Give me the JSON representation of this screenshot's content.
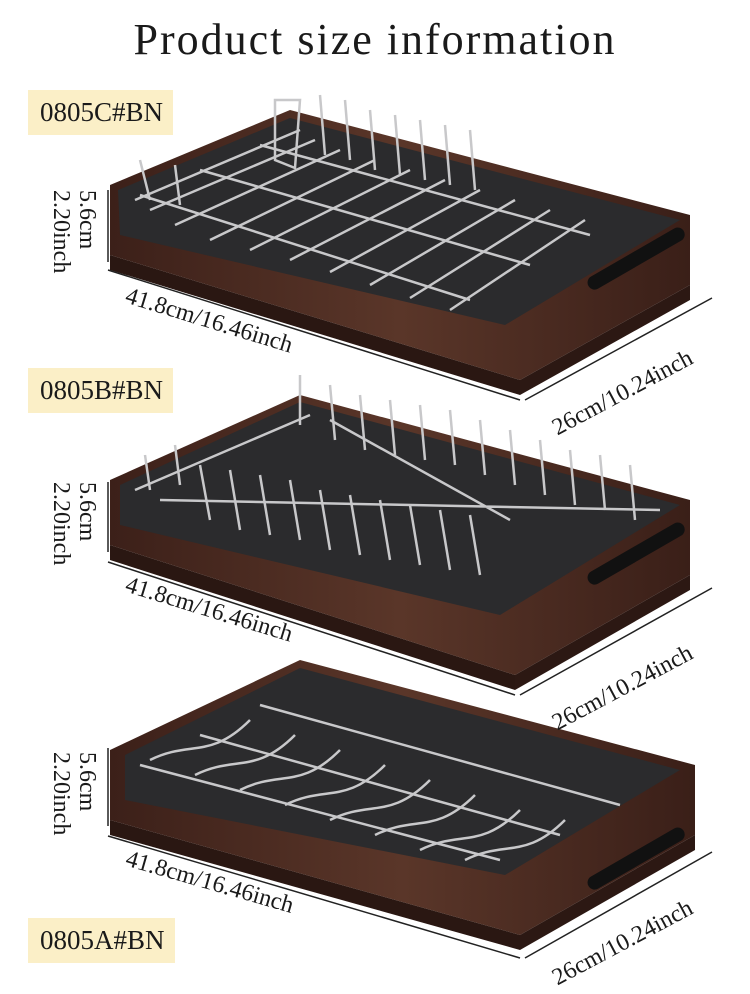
{
  "title": "Product size information",
  "products": [
    {
      "model": "0805C#BN",
      "height": "5.6cm",
      "height_in": "2.20inch",
      "length": "41.8cm/16.46inch",
      "width": "26cm/10.24inch"
    },
    {
      "model": "0805B#BN",
      "height": "5.6cm",
      "height_in": "2.20inch",
      "length": "41.8cm/16.46inch",
      "width": "26cm/10.24inch"
    },
    {
      "model": "0805A#BN",
      "height": "5.6cm",
      "height_in": "2.20inch",
      "length": "41.8cm/16.46inch",
      "width": "26cm/10.24inch"
    }
  ],
  "colors": {
    "label_bg": "#fbefc7",
    "wood": "#4a2a21",
    "tray": "#2e2e30",
    "wire": "#c9c9cb"
  }
}
